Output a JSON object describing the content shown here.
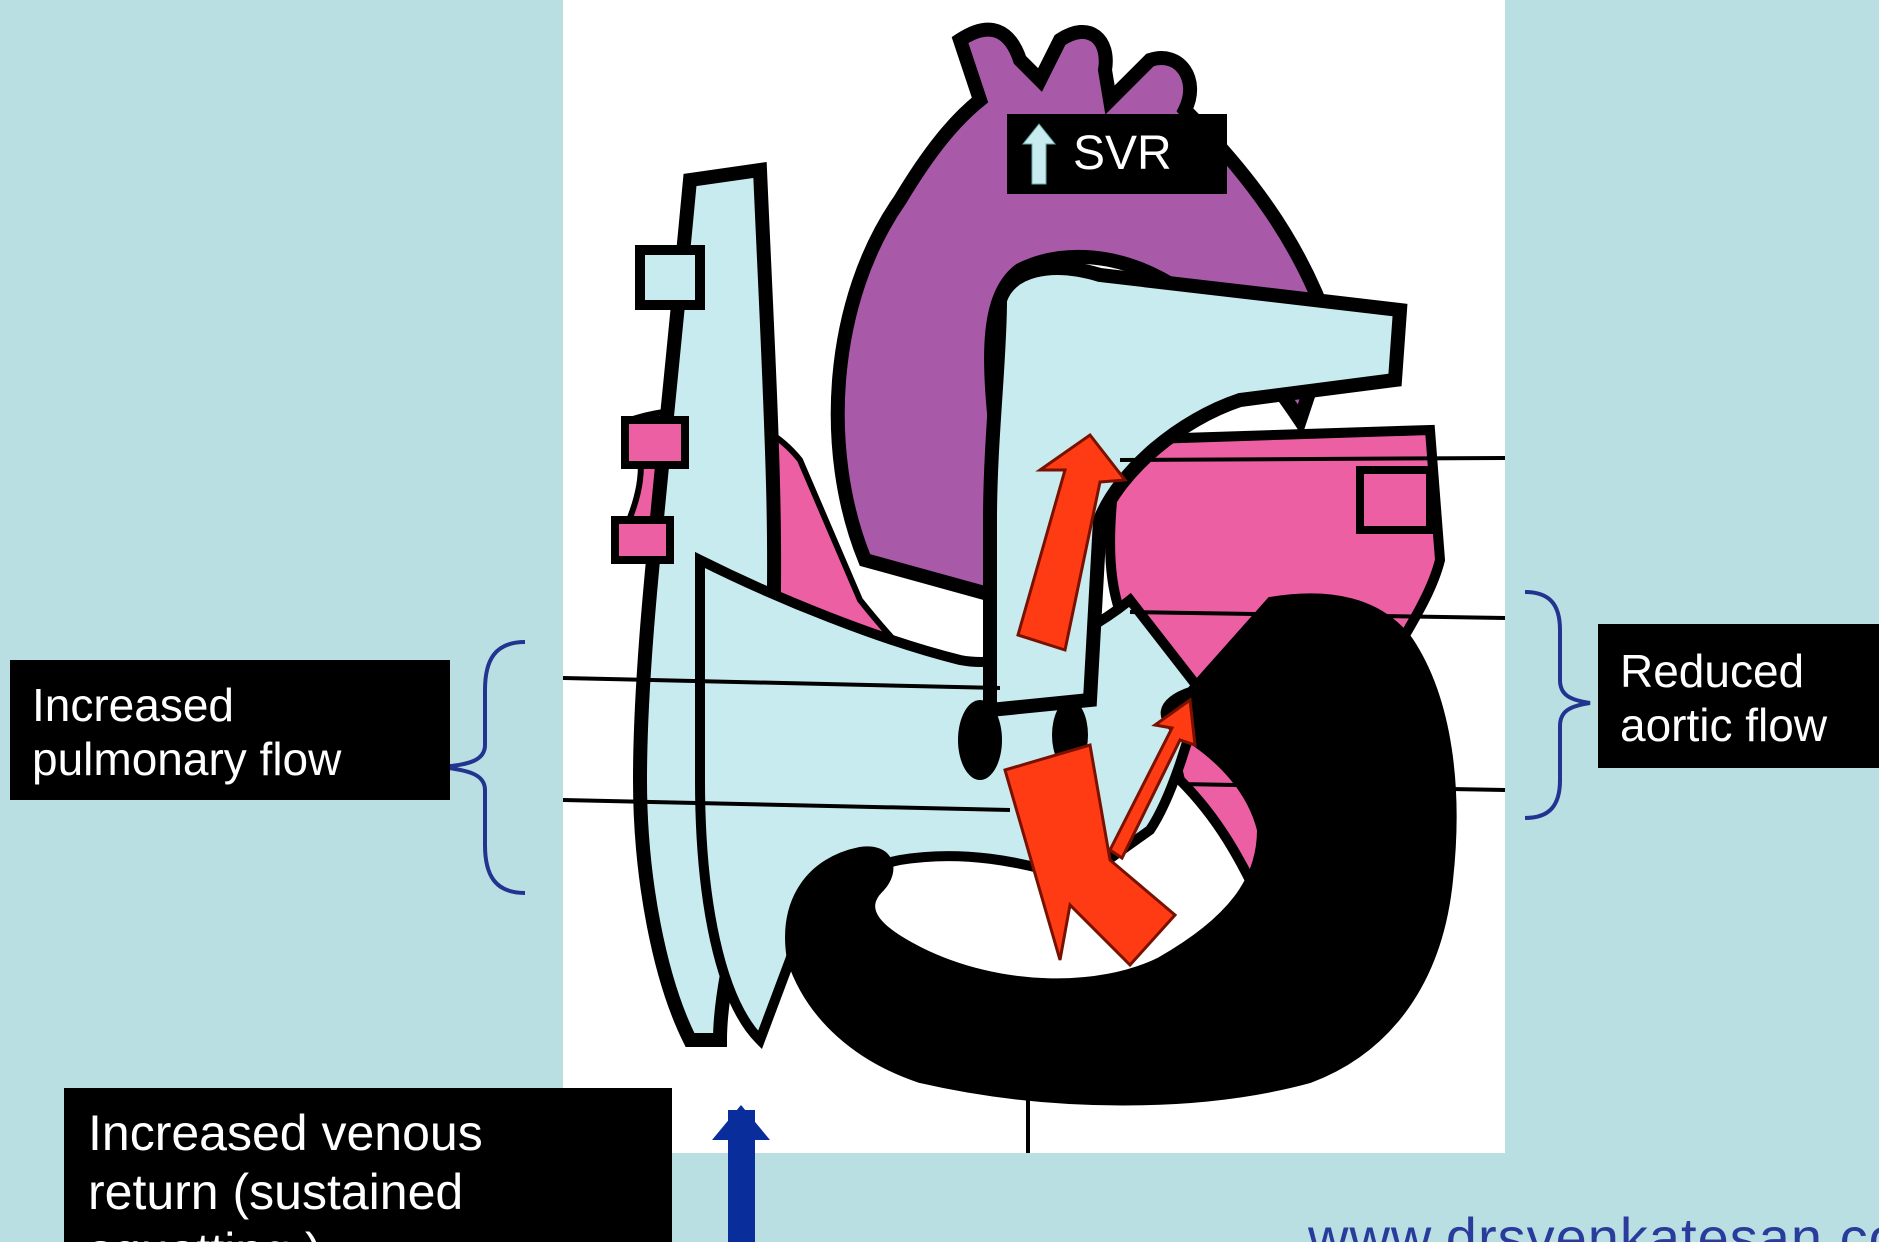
{
  "labels": {
    "svr": "SVR",
    "pulmonary": "Increased\npulmonary flow",
    "aortic": "Reduced\naortic flow",
    "venous": "Increased venous\nreturn (sustained\nsquatting )"
  },
  "watermark": "www.drsvenkatesan.co",
  "colors": {
    "background": "#b9dfe3",
    "panel": "#ffffff",
    "venous_blood": "#c8ebf0",
    "aorta": "#a85aa8",
    "arterial_pink": "#ec5fa3",
    "flow_arrow": "#ff3b14",
    "venous_return_arrow": "#0a2d9c",
    "brace": "#22348f",
    "outline": "#000000"
  },
  "icons": {
    "svr_indicator": "up-arrow-icon",
    "left_brace": "curly-brace-left-icon",
    "right_brace": "curly-brace-right-icon"
  }
}
